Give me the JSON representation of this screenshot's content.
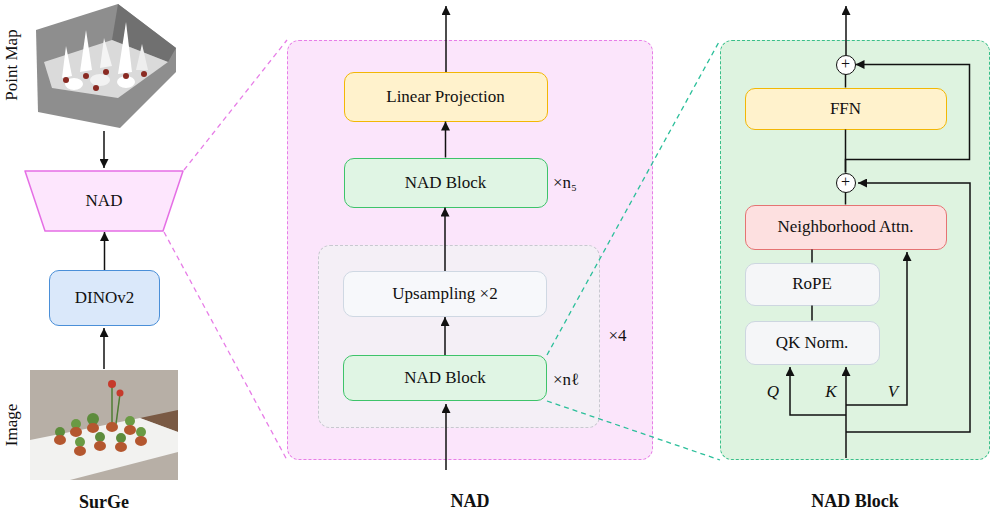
{
  "diagram": {
    "nodes": [
      {
        "text": [
          "DINOv2"
        ]
      },
      {
        "text": [
          "NAD"
        ]
      },
      {
        "text": [
          "NAD"
        ]
      },
      {
        "text": [
          "Linear Projection"
        ],
        "in": 2
      },
      {
        "text": [
          "NAD Block"
        ],
        "in": 2
      },
      {
        "text": [
          "×4"
        ],
        "in": 2
      },
      {
        "text": [
          "Upsampling ×2"
        ],
        "in": 5
      },
      {
        "text": [
          "NAD Block"
        ],
        "in": 5
      },
      {
        "text": [
          "NAD Block"
        ]
      },
      {
        "text": [
          "FFN"
        ],
        "in": 8
      },
      {
        "text": [
          "+"
        ],
        "in": 8
      },
      {
        "text": [
          "+"
        ],
        "in": 8
      },
      {
        "text": [
          "Neighborhood Attn."
        ],
        "in": 8
      },
      {
        "text": [
          "RoPE"
        ],
        "in": 8
      },
      {
        "text": [
          "QK Norm."
        ],
        "in": 8
      }
    ],
    "edges": [
      {
        "from": 0,
        "to": 1,
        "arrow": "to"
      },
      {
        "from": 1,
        "to": 2,
        "arrow": "none"
      },
      {
        "from": 1,
        "to": 2,
        "arrow": "none"
      },
      {
        "from": 7,
        "to": 6,
        "arrow": "to"
      },
      {
        "from": 6,
        "to": 4,
        "arrow": "to"
      },
      {
        "from": 4,
        "to": 3,
        "arrow": "to"
      },
      {
        "from": 7,
        "to": 8,
        "arrow": "none"
      },
      {
        "from": 7,
        "to": 8,
        "arrow": "none"
      },
      {
        "from": 14,
        "to": 13,
        "arrow": "none"
      },
      {
        "from": 13,
        "to": 12,
        "arrow": "none"
      },
      {
        "from": 12,
        "to": 11,
        "arrow": "none"
      },
      {
        "from": 11,
        "to": 9,
        "arrow": "none"
      },
      {
        "from": 9,
        "to": 10,
        "arrow": "none"
      },
      {
        "from": 11,
        "to": 10,
        "arrow": "to"
      }
    ],
    "labels": [
      "Point Map",
      "Image",
      "SurGe",
      "×n₅",
      "×nℓ",
      "Q",
      "K",
      "V"
    ]
  }
}
